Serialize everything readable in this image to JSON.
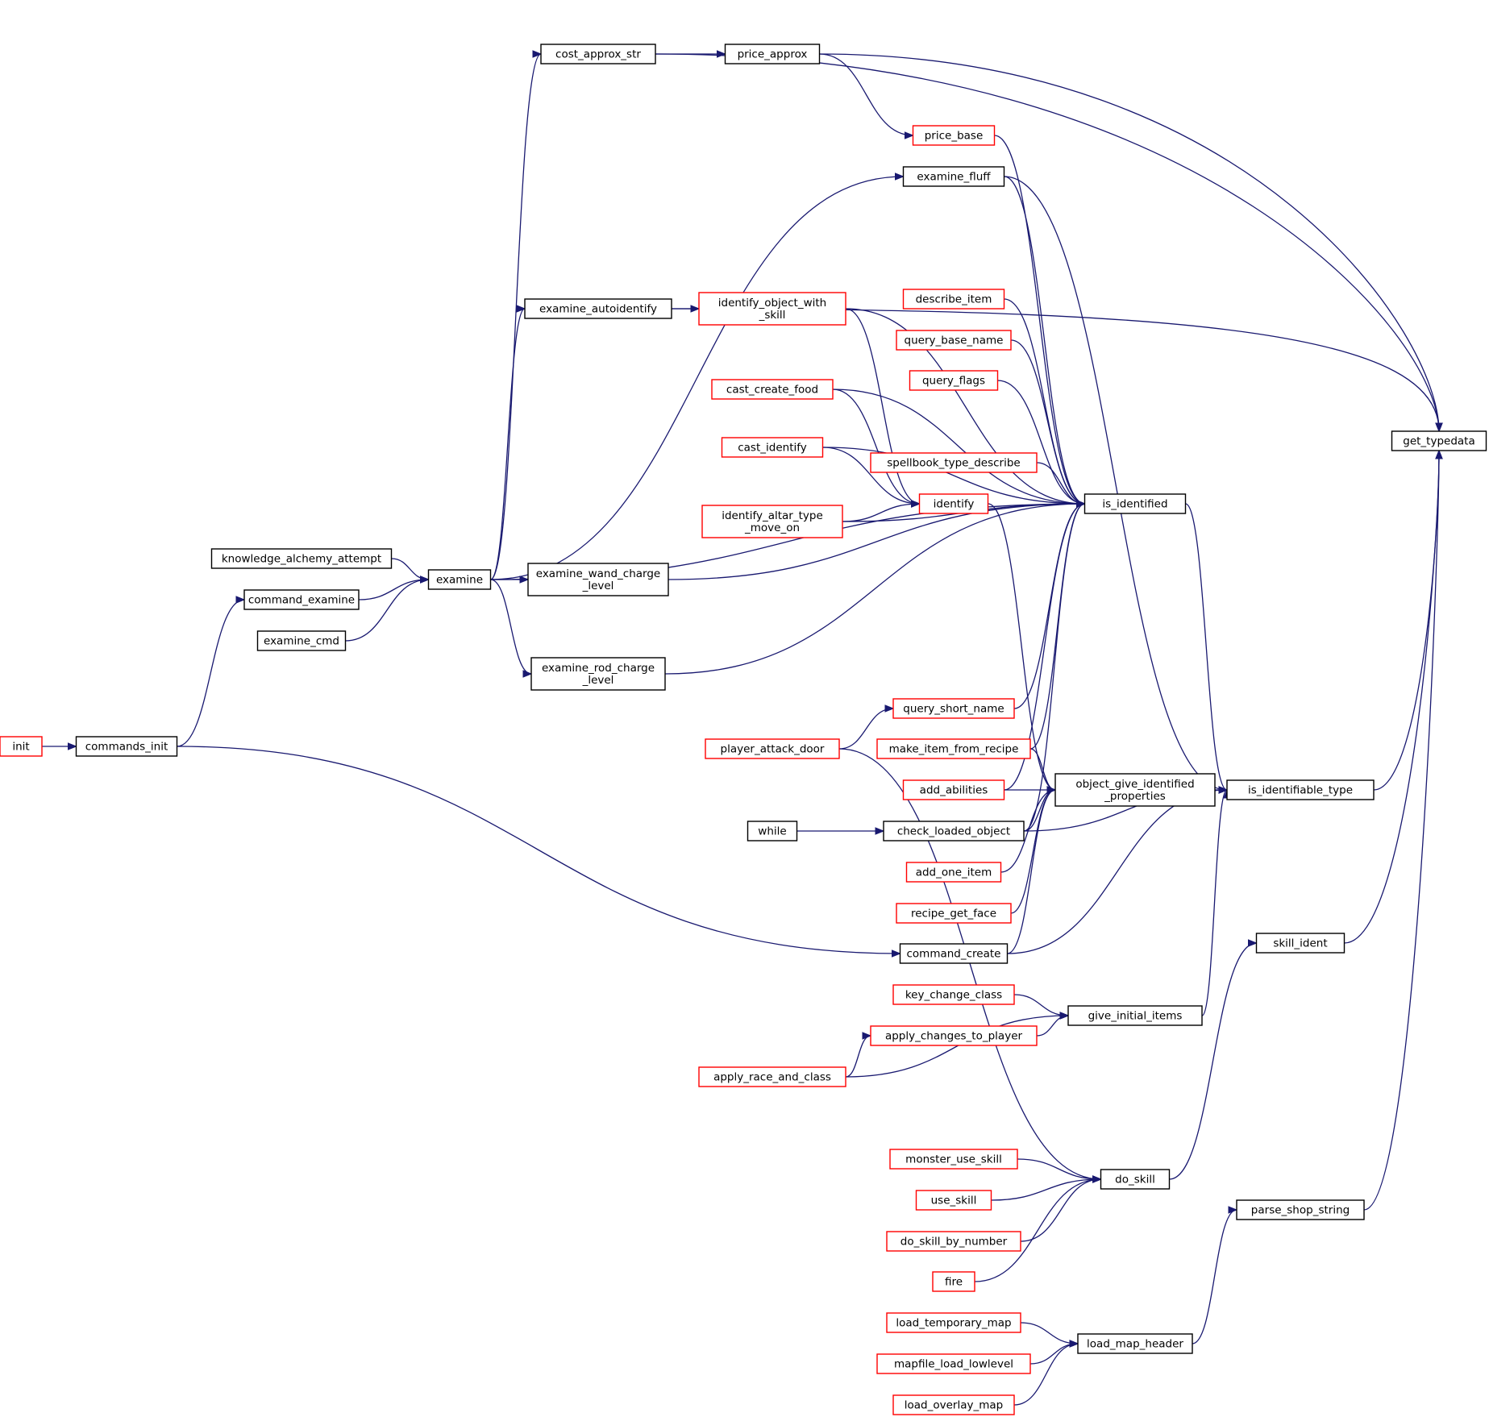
{
  "diagram": {
    "type": "call-graph",
    "colors": {
      "edge": "#191970",
      "normal_border": "#000000",
      "truncated_border": "#ff0000",
      "root_fill": "#bfbfbf"
    },
    "nodes": [
      {
        "id": "get_typedata",
        "lines": [
          "get_typedata"
        ],
        "style": "root"
      },
      {
        "id": "cost_approx_str",
        "lines": [
          "cost_approx_str"
        ],
        "style": "normal"
      },
      {
        "id": "price_approx",
        "lines": [
          "price_approx"
        ],
        "style": "normal"
      },
      {
        "id": "price_base",
        "lines": [
          "price_base"
        ],
        "style": "truncated"
      },
      {
        "id": "examine_fluff",
        "lines": [
          "examine_fluff"
        ],
        "style": "normal"
      },
      {
        "id": "examine_autoidentify",
        "lines": [
          "examine_autoidentify"
        ],
        "style": "normal"
      },
      {
        "id": "identify_object_with_skill",
        "lines": [
          "identify_object_with",
          "_skill"
        ],
        "style": "truncated"
      },
      {
        "id": "describe_item",
        "lines": [
          "describe_item"
        ],
        "style": "truncated"
      },
      {
        "id": "query_base_name",
        "lines": [
          "query_base_name"
        ],
        "style": "truncated"
      },
      {
        "id": "query_flags",
        "lines": [
          "query_flags"
        ],
        "style": "truncated"
      },
      {
        "id": "cast_create_food",
        "lines": [
          "cast_create_food"
        ],
        "style": "truncated"
      },
      {
        "id": "cast_identify",
        "lines": [
          "cast_identify"
        ],
        "style": "truncated"
      },
      {
        "id": "spellbook_type_describe",
        "lines": [
          "spellbook_type_describe"
        ],
        "style": "truncated"
      },
      {
        "id": "identify",
        "lines": [
          "identify"
        ],
        "style": "truncated"
      },
      {
        "id": "is_identified",
        "lines": [
          "is_identified"
        ],
        "style": "normal"
      },
      {
        "id": "identify_altar_type_move_on",
        "lines": [
          "identify_altar_type",
          "_move_on"
        ],
        "style": "truncated"
      },
      {
        "id": "knowledge_alchemy_attempt",
        "lines": [
          "knowledge_alchemy_attempt"
        ],
        "style": "normal"
      },
      {
        "id": "examine",
        "lines": [
          "examine"
        ],
        "style": "normal"
      },
      {
        "id": "examine_wand_charge_level",
        "lines": [
          "examine_wand_charge",
          "_level"
        ],
        "style": "normal"
      },
      {
        "id": "command_examine",
        "lines": [
          "command_examine"
        ],
        "style": "normal"
      },
      {
        "id": "examine_cmd",
        "lines": [
          "examine_cmd"
        ],
        "style": "normal"
      },
      {
        "id": "examine_rod_charge_level",
        "lines": [
          "examine_rod_charge",
          "_level"
        ],
        "style": "normal"
      },
      {
        "id": "query_short_name",
        "lines": [
          "query_short_name"
        ],
        "style": "truncated"
      },
      {
        "id": "init",
        "lines": [
          "init"
        ],
        "style": "truncated"
      },
      {
        "id": "commands_init",
        "lines": [
          "commands_init"
        ],
        "style": "normal"
      },
      {
        "id": "player_attack_door",
        "lines": [
          "player_attack_door"
        ],
        "style": "truncated"
      },
      {
        "id": "make_item_from_recipe",
        "lines": [
          "make_item_from_recipe"
        ],
        "style": "truncated"
      },
      {
        "id": "add_abilities",
        "lines": [
          "add_abilities"
        ],
        "style": "truncated"
      },
      {
        "id": "object_give_identified_properties",
        "lines": [
          "object_give_identified",
          "_properties"
        ],
        "style": "normal"
      },
      {
        "id": "is_identifiable_type",
        "lines": [
          "is_identifiable_type"
        ],
        "style": "normal"
      },
      {
        "id": "while",
        "lines": [
          "while"
        ],
        "style": "normal"
      },
      {
        "id": "check_loaded_object",
        "lines": [
          "check_loaded_object"
        ],
        "style": "normal"
      },
      {
        "id": "add_one_item",
        "lines": [
          "add_one_item"
        ],
        "style": "truncated"
      },
      {
        "id": "recipe_get_face",
        "lines": [
          "recipe_get_face"
        ],
        "style": "truncated"
      },
      {
        "id": "command_create",
        "lines": [
          "command_create"
        ],
        "style": "normal"
      },
      {
        "id": "skill_ident",
        "lines": [
          "skill_ident"
        ],
        "style": "normal"
      },
      {
        "id": "key_change_class",
        "lines": [
          "key_change_class"
        ],
        "style": "truncated"
      },
      {
        "id": "give_initial_items",
        "lines": [
          "give_initial_items"
        ],
        "style": "normal"
      },
      {
        "id": "apply_changes_to_player",
        "lines": [
          "apply_changes_to_player"
        ],
        "style": "truncated"
      },
      {
        "id": "apply_race_and_class",
        "lines": [
          "apply_race_and_class"
        ],
        "style": "truncated"
      },
      {
        "id": "monster_use_skill",
        "lines": [
          "monster_use_skill"
        ],
        "style": "truncated"
      },
      {
        "id": "do_skill",
        "lines": [
          "do_skill"
        ],
        "style": "normal"
      },
      {
        "id": "use_skill",
        "lines": [
          "use_skill"
        ],
        "style": "truncated"
      },
      {
        "id": "parse_shop_string",
        "lines": [
          "parse_shop_string"
        ],
        "style": "normal"
      },
      {
        "id": "do_skill_by_number",
        "lines": [
          "do_skill_by_number"
        ],
        "style": "truncated"
      },
      {
        "id": "fire",
        "lines": [
          "fire"
        ],
        "style": "truncated"
      },
      {
        "id": "load_temporary_map",
        "lines": [
          "load_temporary_map"
        ],
        "style": "truncated"
      },
      {
        "id": "load_map_header",
        "lines": [
          "load_map_header"
        ],
        "style": "normal"
      },
      {
        "id": "mapfile_load_lowlevel",
        "lines": [
          "mapfile_load_lowlevel"
        ],
        "style": "truncated"
      },
      {
        "id": "load_overlay_map",
        "lines": [
          "load_overlay_map"
        ],
        "style": "truncated"
      }
    ],
    "edges": [
      {
        "from": "cost_approx_str",
        "to": "get_typedata"
      },
      {
        "from": "price_approx",
        "to": "get_typedata"
      },
      {
        "from": "examine_autoidentify",
        "to": "get_typedata"
      },
      {
        "from": "is_identifiable_type",
        "to": "get_typedata"
      },
      {
        "from": "skill_ident",
        "to": "get_typedata"
      },
      {
        "from": "parse_shop_string",
        "to": "get_typedata"
      },
      {
        "from": "examine",
        "to": "cost_approx_str"
      },
      {
        "from": "cost_approx_str",
        "to": "price_approx"
      },
      {
        "from": "price_approx",
        "to": "price_base"
      },
      {
        "from": "examine",
        "to": "examine_fluff"
      },
      {
        "from": "examine",
        "to": "examine_autoidentify"
      },
      {
        "from": "examine_autoidentify",
        "to": "identify_object_with_skill"
      },
      {
        "from": "price_base",
        "to": "is_identified"
      },
      {
        "from": "examine_fluff",
        "to": "is_identified"
      },
      {
        "from": "identify_object_with_skill",
        "to": "is_identified"
      },
      {
        "from": "describe_item",
        "to": "is_identified"
      },
      {
        "from": "query_base_name",
        "to": "is_identified"
      },
      {
        "from": "query_flags",
        "to": "is_identified"
      },
      {
        "from": "cast_create_food",
        "to": "is_identified"
      },
      {
        "from": "cast_identify",
        "to": "is_identified"
      },
      {
        "from": "spellbook_type_describe",
        "to": "is_identified"
      },
      {
        "from": "identify_altar_type_move_on",
        "to": "is_identified"
      },
      {
        "from": "examine_wand_charge_level",
        "to": "is_identified"
      },
      {
        "from": "examine",
        "to": "is_identified"
      },
      {
        "from": "examine_rod_charge_level",
        "to": "is_identified"
      },
      {
        "from": "query_short_name",
        "to": "is_identified"
      },
      {
        "from": "make_item_from_recipe",
        "to": "is_identified"
      },
      {
        "from": "add_abilities",
        "to": "is_identified"
      },
      {
        "from": "check_loaded_object",
        "to": "is_identified"
      },
      {
        "from": "identify_object_with_skill",
        "to": "identify"
      },
      {
        "from": "cast_create_food",
        "to": "identify"
      },
      {
        "from": "cast_identify",
        "to": "identify"
      },
      {
        "from": "identify_altar_type_move_on",
        "to": "identify"
      },
      {
        "from": "knowledge_alchemy_attempt",
        "to": "examine"
      },
      {
        "from": "command_examine",
        "to": "examine"
      },
      {
        "from": "examine_cmd",
        "to": "examine"
      },
      {
        "from": "examine",
        "to": "examine_wand_charge_level"
      },
      {
        "from": "examine",
        "to": "examine_rod_charge_level"
      },
      {
        "from": "commands_init",
        "to": "command_examine"
      },
      {
        "from": "init",
        "to": "commands_init"
      },
      {
        "from": "player_attack_door",
        "to": "query_short_name"
      },
      {
        "from": "identify",
        "to": "object_give_identified_properties"
      },
      {
        "from": "make_item_from_recipe",
        "to": "object_give_identified_properties"
      },
      {
        "from": "add_abilities",
        "to": "object_give_identified_properties"
      },
      {
        "from": "check_loaded_object",
        "to": "object_give_identified_properties"
      },
      {
        "from": "add_one_item",
        "to": "object_give_identified_properties"
      },
      {
        "from": "recipe_get_face",
        "to": "object_give_identified_properties"
      },
      {
        "from": "command_create",
        "to": "object_give_identified_properties"
      },
      {
        "from": "object_give_identified_properties",
        "to": "is_identifiable_type"
      },
      {
        "from": "is_identified",
        "to": "is_identifiable_type"
      },
      {
        "from": "examine_fluff",
        "to": "is_identifiable_type"
      },
      {
        "from": "check_loaded_object",
        "to": "is_identifiable_type"
      },
      {
        "from": "command_create",
        "to": "is_identifiable_type"
      },
      {
        "from": "give_initial_items",
        "to": "is_identifiable_type"
      },
      {
        "from": "while",
        "to": "check_loaded_object"
      },
      {
        "from": "commands_init",
        "to": "command_create"
      },
      {
        "from": "key_change_class",
        "to": "give_initial_items"
      },
      {
        "from": "apply_changes_to_player",
        "to": "give_initial_items"
      },
      {
        "from": "apply_race_and_class",
        "to": "give_initial_items"
      },
      {
        "from": "apply_race_and_class",
        "to": "apply_changes_to_player"
      },
      {
        "from": "do_skill",
        "to": "skill_ident"
      },
      {
        "from": "player_attack_door",
        "to": "do_skill"
      },
      {
        "from": "monster_use_skill",
        "to": "do_skill"
      },
      {
        "from": "use_skill",
        "to": "do_skill"
      },
      {
        "from": "do_skill_by_number",
        "to": "do_skill"
      },
      {
        "from": "fire",
        "to": "do_skill"
      },
      {
        "from": "load_map_header",
        "to": "parse_shop_string"
      },
      {
        "from": "load_temporary_map",
        "to": "load_map_header"
      },
      {
        "from": "mapfile_load_lowlevel",
        "to": "load_map_header"
      },
      {
        "from": "load_overlay_map",
        "to": "load_map_header"
      }
    ]
  }
}
